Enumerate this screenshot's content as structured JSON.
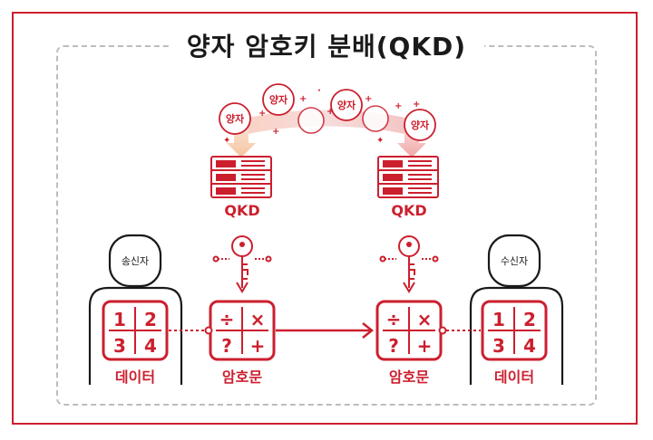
{
  "title": "양자 암호키 분배(QKD)",
  "photons": [
    "양자",
    "양자",
    "양자",
    "양자"
  ],
  "qkd_left": "QKD",
  "qkd_right": "QKD",
  "sender": "송신자",
  "receiver": "수신자",
  "data_left": {
    "cells": [
      "1",
      "2",
      "3",
      "4"
    ],
    "label": "데이터"
  },
  "data_right": {
    "cells": [
      "1",
      "2",
      "3",
      "4"
    ],
    "label": "데이터"
  },
  "cipher_left": {
    "cells": [
      "÷",
      "×",
      "?",
      "+"
    ],
    "label": "암호문"
  },
  "cipher_right": {
    "cells": [
      "÷",
      "×",
      "?",
      "+"
    ],
    "label": "암호문"
  },
  "colors": {
    "accent": "#cc1f2e",
    "text": "#1a1a1a",
    "dashed": "#bdbdbd"
  }
}
